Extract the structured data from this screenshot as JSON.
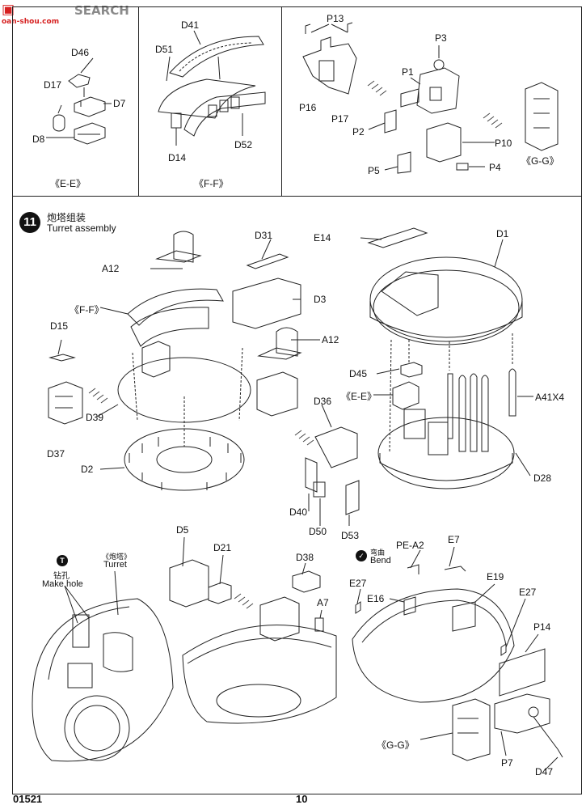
{
  "watermark": {
    "brand": "SEARCH",
    "site": "oan-shou.com"
  },
  "panel_ee": {
    "caption": "《E-E》",
    "parts": [
      "D46",
      "D17",
      "D7",
      "D8"
    ]
  },
  "panel_ff": {
    "caption": "《F-F》",
    "parts": [
      "D41",
      "D51",
      "D14",
      "D52"
    ]
  },
  "panel_gg": {
    "caption": "《G-G》",
    "parts": [
      "P13",
      "P3",
      "P1",
      "P16",
      "P17",
      "P2",
      "P10",
      "P5",
      "P4"
    ]
  },
  "step": {
    "number": "11",
    "title_cn": "炮塔组装",
    "title_en": "Turret assembly",
    "parts": [
      "A12",
      "D31",
      "E14",
      "D1",
      "《F-F》",
      "D3",
      "D15",
      "A12",
      "D45",
      "《E-E》",
      "A41X4",
      "D39",
      "D37",
      "D2",
      "D36",
      "D28",
      "D40",
      "D50",
      "D53"
    ]
  },
  "sub_left": {
    "badge": "T",
    "cn": "钻孔",
    "en": "Make hole",
    "turret_cn": "《炮塔》",
    "turret_en": "Turret"
  },
  "sub_mid": {
    "parts": [
      "D5",
      "D21",
      "D38",
      "A7"
    ]
  },
  "sub_right": {
    "badge": "✓",
    "bend_cn": "弯曲",
    "bend_en": "Bend",
    "parts": [
      "PE-A2",
      "E7",
      "E27",
      "E16",
      "E19",
      "E27",
      "P14",
      "《G-G》",
      "P7",
      "D47"
    ]
  },
  "footer": {
    "code": "01521",
    "page": "10"
  },
  "colors": {
    "line": "#222222",
    "watermark_red": "#d62020",
    "watermark_gray": "#8a8a8a",
    "hatch": "#444444"
  }
}
